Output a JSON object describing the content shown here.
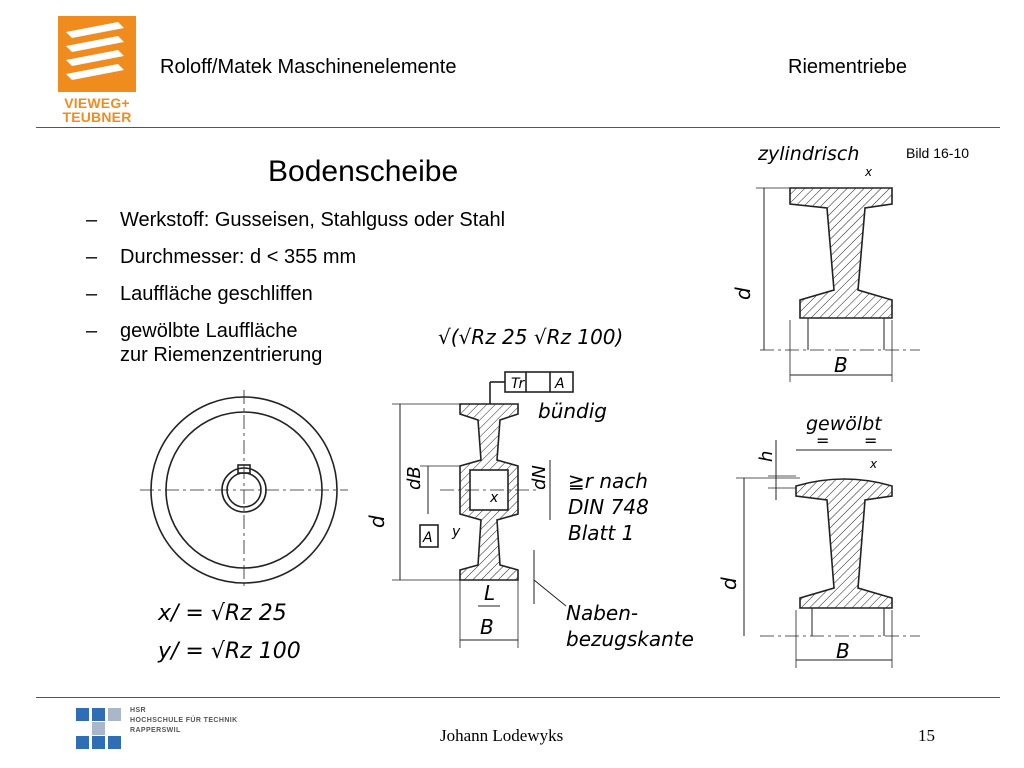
{
  "header": {
    "publisher_logo": {
      "line1": "VIEWEG+",
      "line2": "TEUBNER",
      "color": "#f08c1e"
    },
    "book_title": "Roloff/Matek Maschinenelemente",
    "chapter_title": "Riementriebe"
  },
  "slide": {
    "title": "Bodenscheibe",
    "figure_ref": "Bild 16-10",
    "bullets": [
      {
        "lines": [
          "Werkstoff:  Gusseisen, Stahlguss oder Stahl"
        ]
      },
      {
        "lines": [
          "Durchmesser: d < 355 mm"
        ]
      },
      {
        "lines": [
          "Lauffläche geschliffen"
        ]
      },
      {
        "lines": [
          "gewölbte Lauffläche",
          "zur Riemenzentrierung"
        ]
      }
    ]
  },
  "drawing": {
    "labels": {
      "zylindrisch": "zylindrisch",
      "x_small": "x",
      "d": "d",
      "B": "B",
      "surface_spec": "√(√Rz 25  √Rz 100)",
      "tr": "Tr",
      "A": "A",
      "buendig": "bündig",
      "dB": "dB",
      "dN": "dN",
      "r_nach": "≧r nach",
      "din": "DIN 748",
      "blatt": "Blatt 1",
      "y": "y",
      "L": "L",
      "naben": "Naben-",
      "bezugskante": "bezugskante",
      "gewoelbt": "gewölbt",
      "eq": "=",
      "h": "h",
      "legend_x": "x/ = √Rz 25",
      "legend_y": "y/ = √Rz 100"
    }
  },
  "footer": {
    "school": {
      "line1": "HSR",
      "line2": "HOCHSCHULE FÜR TECHNIK",
      "line3": "RAPPERSWIL",
      "color": "#2f6eb5"
    },
    "author": "Johann Lodewyks",
    "page": "15"
  }
}
